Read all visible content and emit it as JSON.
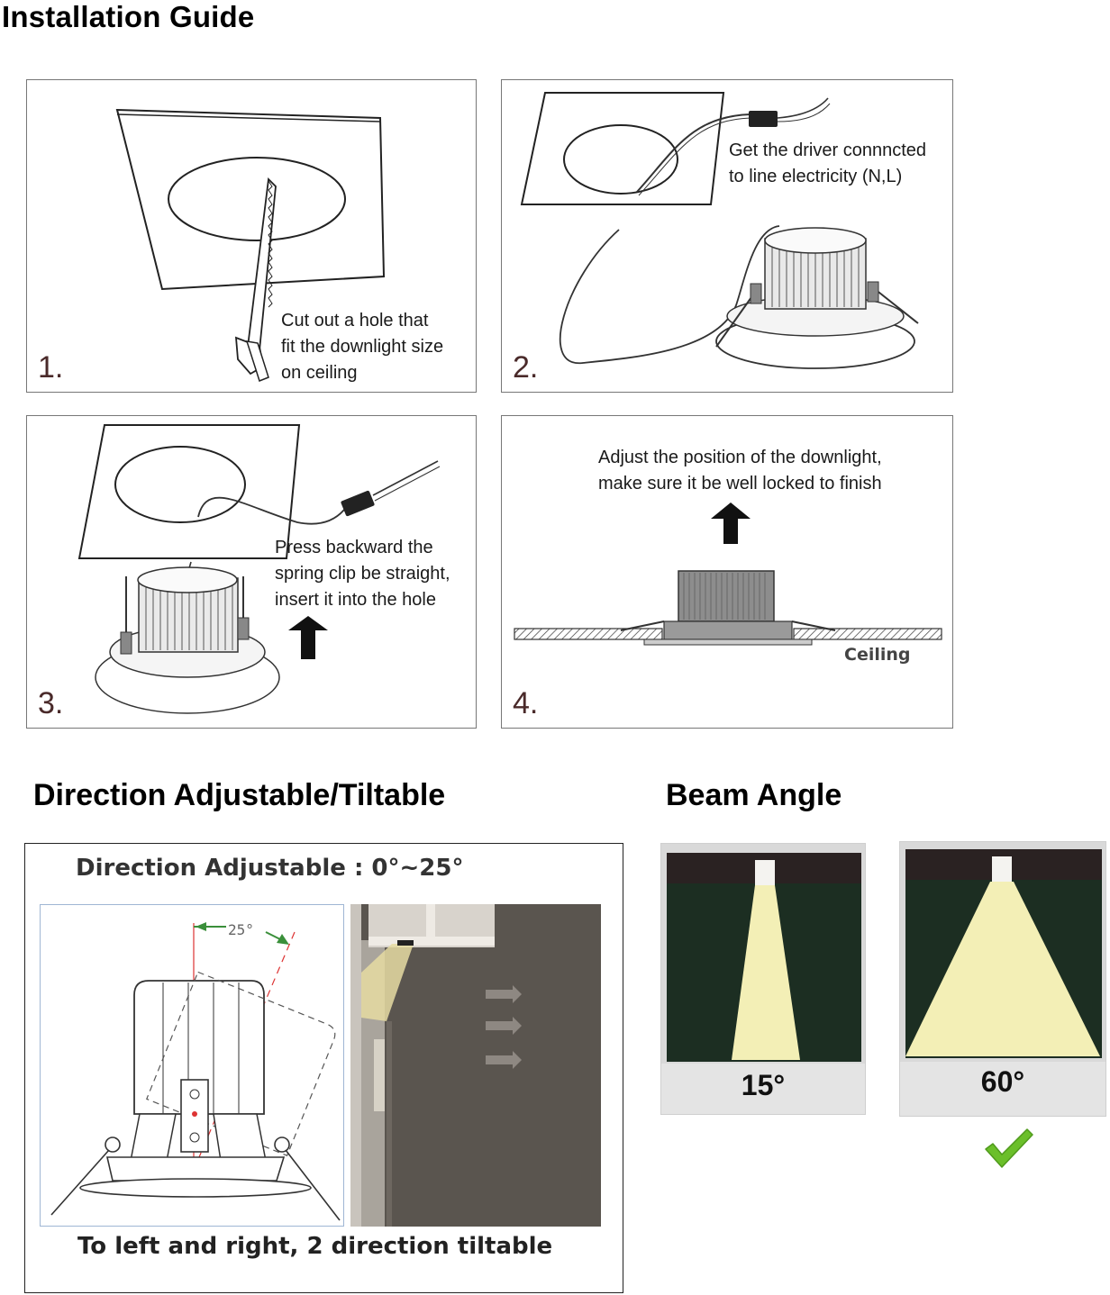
{
  "installation": {
    "title": "Installation Guide",
    "steps": [
      {
        "number": "1.",
        "caption": "Cut out a hole that\nfit the downlight size\non ceiling"
      },
      {
        "number": "2.",
        "caption": "Get the driver connncted\nto line electricity (N,L)"
      },
      {
        "number": "3.",
        "caption": "Press backward the\nspring clip be straight,\ninsert it into the hole"
      },
      {
        "number": "4.",
        "caption": "Adjust the position of the downlight,\nmake sure it be well locked to finish",
        "ceiling_label": "Ceiling"
      }
    ]
  },
  "direction": {
    "title": "Direction Adjustable/Tiltable",
    "panel_title": "Direction Adjustable : 0°~25°",
    "angle_label": "25°",
    "footer": "To left and right, 2 direction tiltable"
  },
  "beam": {
    "title": "Beam Angle",
    "options": [
      {
        "label": "15°"
      },
      {
        "label": "60°"
      }
    ],
    "colors": {
      "beam": "#f3efb6",
      "background": "#1c2e22",
      "ceiling": "#2a2222",
      "check": "#6bbf2a"
    }
  }
}
